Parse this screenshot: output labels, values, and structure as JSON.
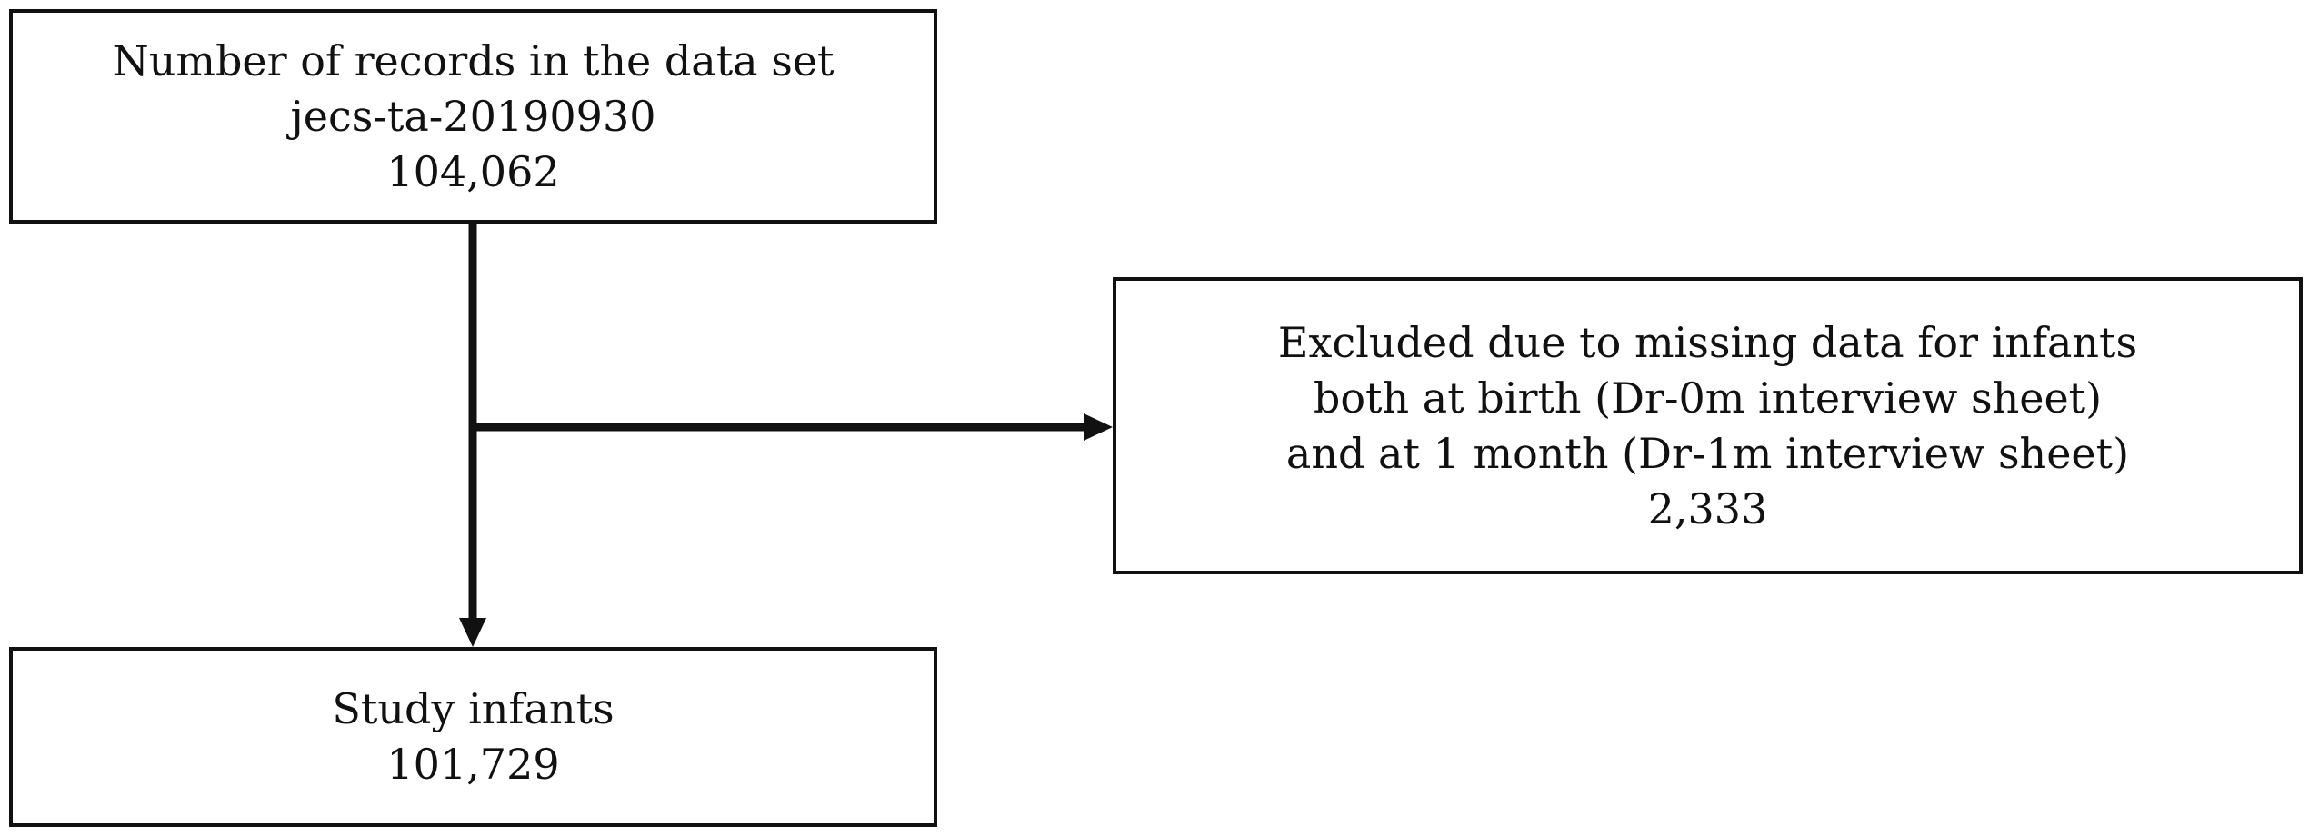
{
  "flowchart": {
    "total_records": {
      "lines": [
        "Number of records in the data set",
        "jecs-ta-20190930",
        "104,062"
      ]
    },
    "excluded": {
      "lines": [
        "Excluded due to missing data for infants",
        "both at birth (Dr-0m interview sheet)",
        "and at 1 month (Dr-1m interview sheet)",
        "2,333"
      ]
    },
    "study_infants": {
      "lines": [
        "Study infants",
        "101,729"
      ]
    }
  }
}
